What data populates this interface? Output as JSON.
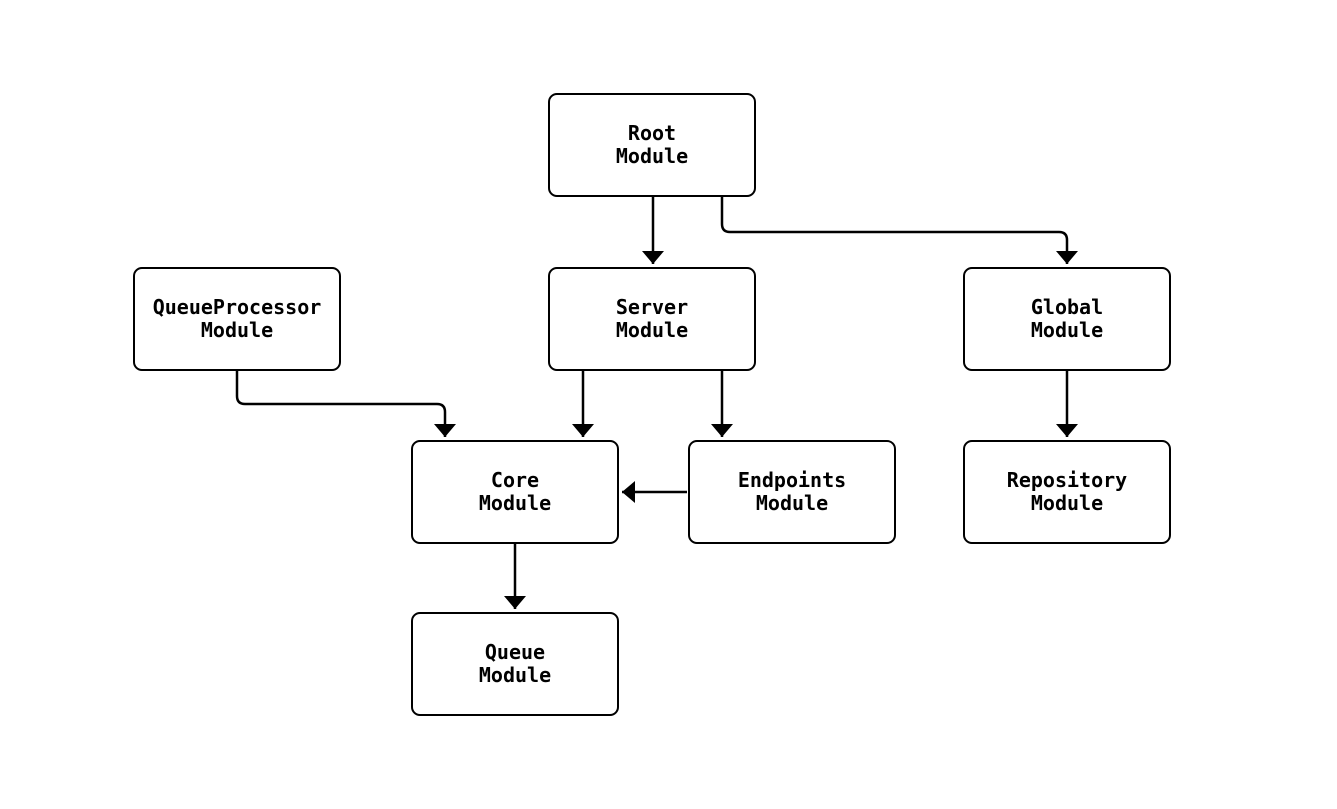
{
  "diagram": {
    "type": "flowchart",
    "background": "#ffffff",
    "stroke_color": "#000000",
    "node_fill": "#ffffff",
    "nodes": {
      "root": {
        "label": "Root\nModule"
      },
      "queue_processor": {
        "label": "QueueProcessor\nModule"
      },
      "server": {
        "label": "Server\nModule"
      },
      "global": {
        "label": "Global\nModule"
      },
      "core": {
        "label": "Core\nModule"
      },
      "endpoints": {
        "label": "Endpoints\nModule"
      },
      "repository": {
        "label": "Repository\nModule"
      },
      "queue": {
        "label": "Queue\nModule"
      }
    },
    "edges": [
      {
        "from": "Root Module",
        "to": "Server Module"
      },
      {
        "from": "Root Module",
        "to": "Global Module"
      },
      {
        "from": "QueueProcessor Module",
        "to": "Core Module"
      },
      {
        "from": "Server Module",
        "to": "Core Module"
      },
      {
        "from": "Server Module",
        "to": "Endpoints Module"
      },
      {
        "from": "Global Module",
        "to": "Repository Module"
      },
      {
        "from": "Endpoints Module",
        "to": "Core Module"
      },
      {
        "from": "Core Module",
        "to": "Queue Module"
      }
    ]
  }
}
